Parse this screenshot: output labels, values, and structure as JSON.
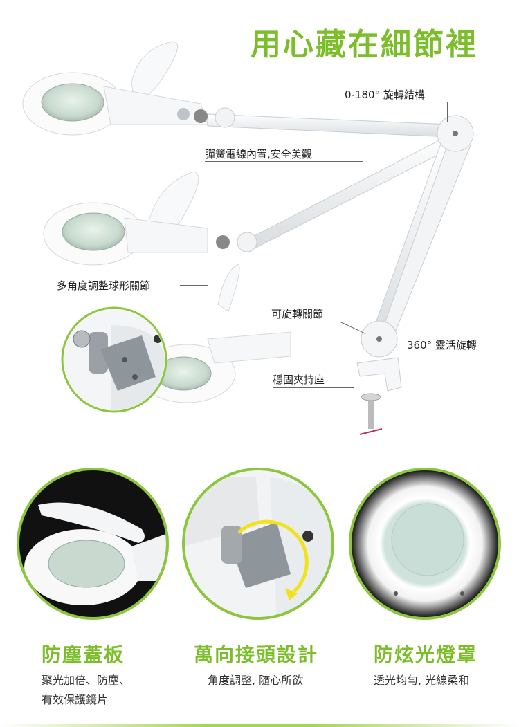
{
  "title": "用心藏在細節裡",
  "labels": {
    "rotation_180": "0-180° 旋轉結構",
    "spring_wire": "彈簧電線內置,安全美觀",
    "ball_joint": "多角度調整球形關節",
    "rotatable_joint": "可旋轉關節",
    "rotation_360": "360° 靈活旋轉",
    "clamp_base": "穩固夾持座"
  },
  "features": [
    {
      "title": "防塵蓋板",
      "desc_line1": "聚光加倍、防塵、",
      "desc_line2": "有效保護鏡片"
    },
    {
      "title": "萬向接頭設計",
      "desc_line1": "角度調整, 隨心所欲",
      "desc_line2": ""
    },
    {
      "title": "防炫光燈罩",
      "desc_line1": "透光均勻, 光線柔和",
      "desc_line2": ""
    }
  ],
  "colors": {
    "accent": "#7cbd2a",
    "ring_green": "#8cc63f",
    "dark": "#1a1a1a"
  }
}
